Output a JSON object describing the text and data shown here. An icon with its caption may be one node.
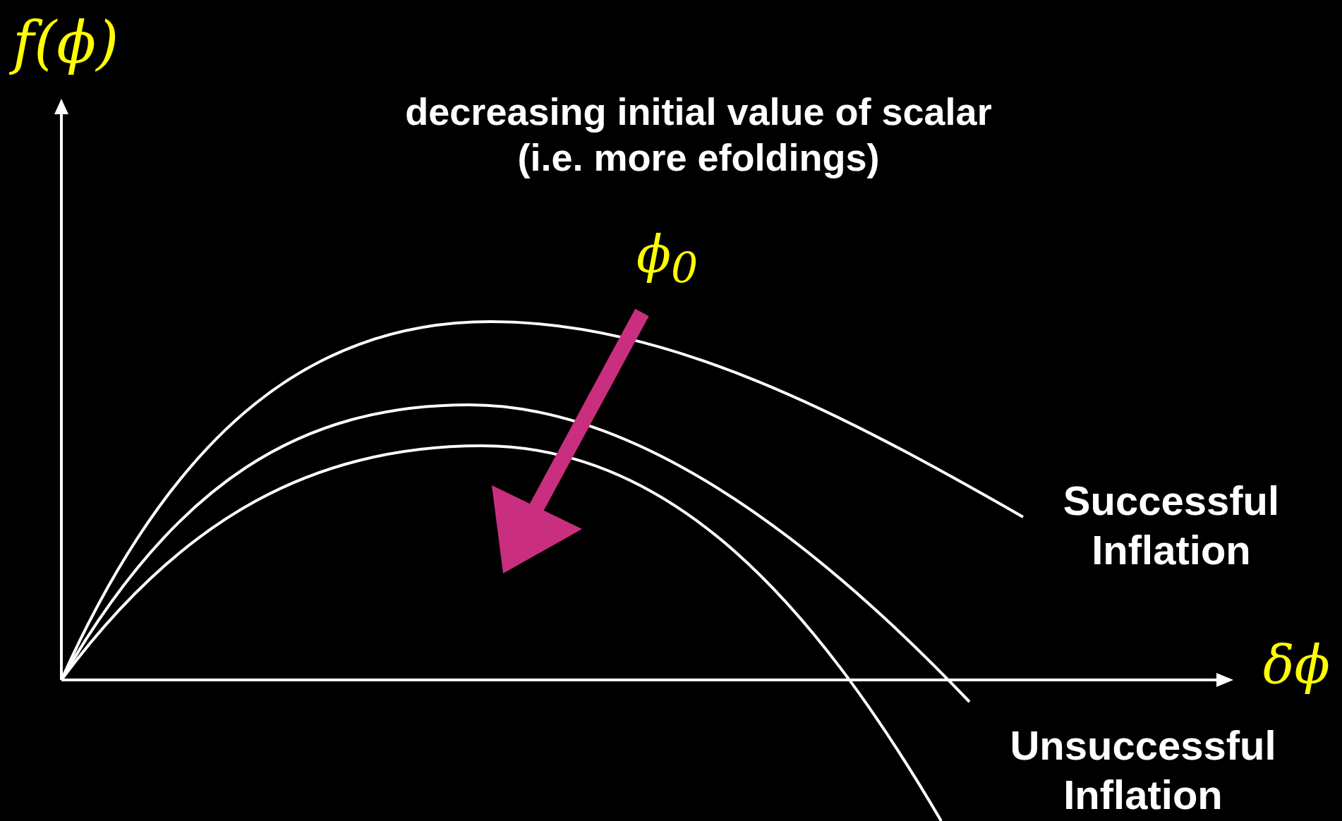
{
  "diagram": {
    "labels": [
      "f(ϕ)",
      "decreasing initial value of scalar (i.e. more efoldings)",
      "ϕ$_{0}$",
      "Successful Inflation",
      "δϕ",
      "Unsuccessful Inflation"
    ]
  }
}
